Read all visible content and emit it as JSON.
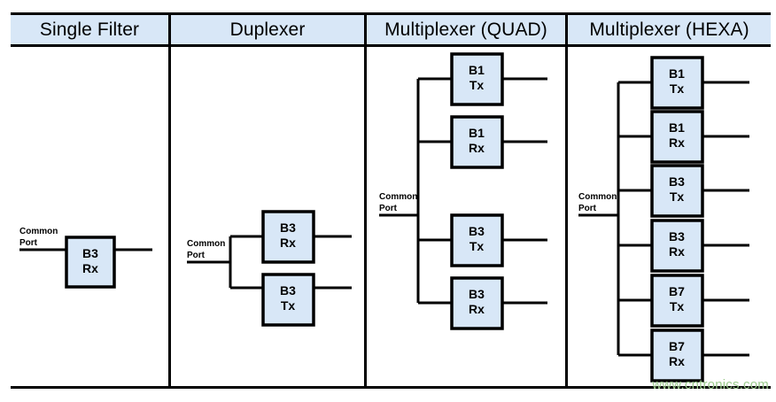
{
  "table": {
    "columns": [
      {
        "header": "Single Filter",
        "port_label_line1": "Common",
        "port_label_line2": "Port",
        "filters": [
          {
            "band": "B3",
            "direction": "Rx"
          }
        ]
      },
      {
        "header": "Duplexer",
        "port_label_line1": "Common",
        "port_label_line2": "Port",
        "filters": [
          {
            "band": "B3",
            "direction": "Rx"
          },
          {
            "band": "B3",
            "direction": "Tx"
          }
        ]
      },
      {
        "header": "Multiplexer (QUAD)",
        "port_label_line1": "Common",
        "port_label_line2": "Port",
        "filters": [
          {
            "band": "B1",
            "direction": "Tx"
          },
          {
            "band": "B1",
            "direction": "Rx"
          },
          {
            "band": "B3",
            "direction": "Tx"
          },
          {
            "band": "B3",
            "direction": "Rx"
          }
        ]
      },
      {
        "header": "Multiplexer (HEXA)",
        "port_label_line1": "Common",
        "port_label_line2": "Port",
        "filters": [
          {
            "band": "B1",
            "direction": "Tx"
          },
          {
            "band": "B1",
            "direction": "Rx"
          },
          {
            "band": "B3",
            "direction": "Tx"
          },
          {
            "band": "B3",
            "direction": "Rx"
          },
          {
            "band": "B7",
            "direction": "Tx"
          },
          {
            "band": "B7",
            "direction": "Rx"
          }
        ]
      }
    ]
  },
  "watermark": {
    "text": "www.cntronics.com",
    "color": "#9ccb8e"
  },
  "colors": {
    "box_fill": "#d8e7f7",
    "header_fill": "#d8e7f7",
    "line": "#000000"
  }
}
